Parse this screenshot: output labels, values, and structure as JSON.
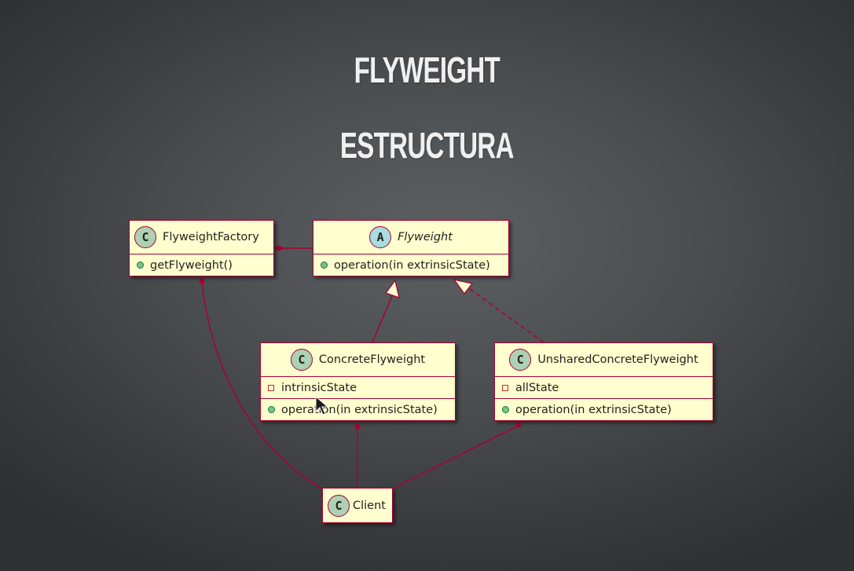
{
  "slide": {
    "title": "FLYWEIGHT",
    "subtitle": "ESTRUCTURA"
  },
  "diagram": {
    "border_color": "#a80036",
    "fill_color": "#fefece",
    "classes": {
      "factory": {
        "stereotype": "C",
        "name": "FlyweightFactory",
        "methods": [
          "getFlyweight()"
        ]
      },
      "flyweight": {
        "stereotype": "A",
        "name": "Flyweight",
        "abstract": true,
        "methods": [
          "operation(in extrinsicState)"
        ]
      },
      "concrete": {
        "stereotype": "C",
        "name": "ConcreteFlyweight",
        "fields": [
          "intrinsicState"
        ],
        "methods": [
          "operation(in extrinsicState)"
        ]
      },
      "unshared": {
        "stereotype": "C",
        "name": "UnsharedConcreteFlyweight",
        "fields": [
          "allState"
        ],
        "methods": [
          "operation(in extrinsicState)"
        ]
      },
      "client": {
        "stereotype": "C",
        "name": "Client"
      }
    },
    "relations": [
      {
        "from": "FlyweightFactory",
        "to": "Flyweight",
        "type": "aggregation"
      },
      {
        "from": "ConcreteFlyweight",
        "to": "Flyweight",
        "type": "inheritance"
      },
      {
        "from": "UnsharedConcreteFlyweight",
        "to": "Flyweight",
        "type": "inheritance-dashed"
      },
      {
        "from": "Client",
        "to": "FlyweightFactory",
        "type": "association"
      },
      {
        "from": "Client",
        "to": "ConcreteFlyweight",
        "type": "association"
      },
      {
        "from": "Client",
        "to": "UnsharedConcreteFlyweight",
        "type": "association"
      }
    ]
  },
  "icons": {
    "cursor": "mouse-pointer-icon"
  }
}
